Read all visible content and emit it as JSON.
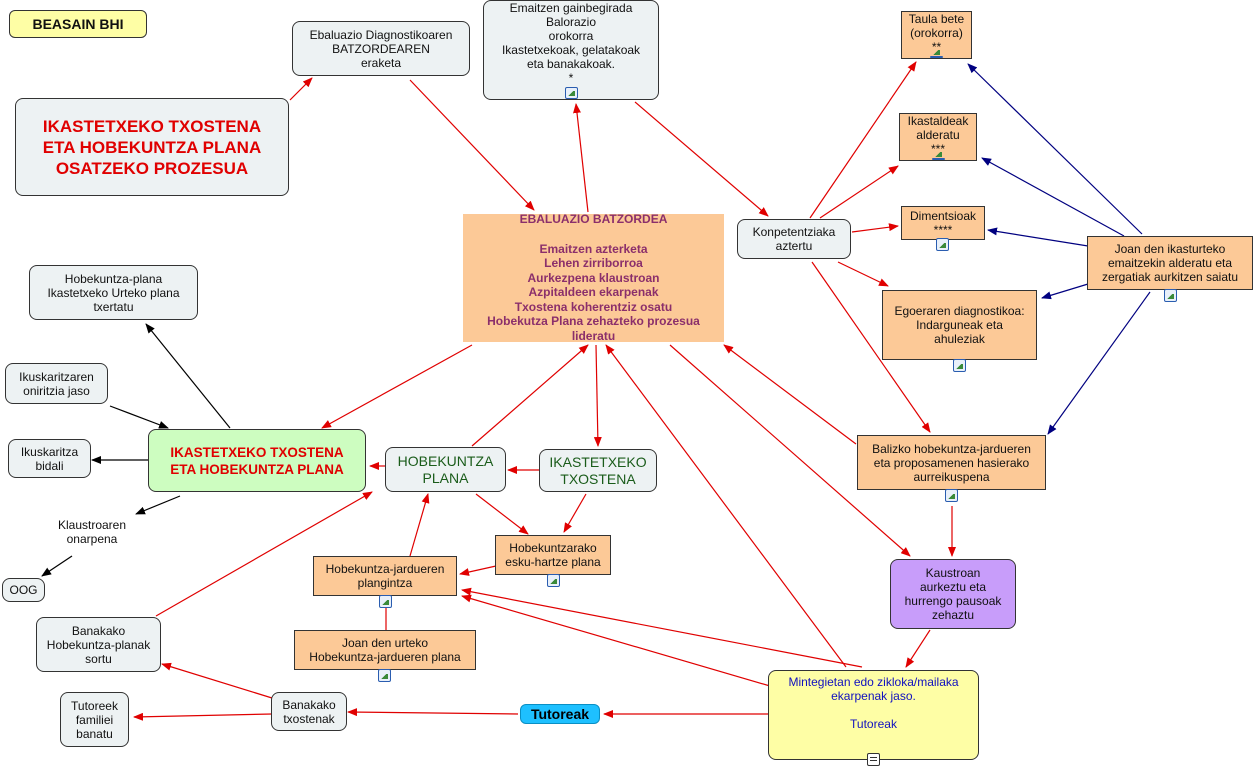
{
  "header": {
    "badge": "BEASAIN BHI"
  },
  "nodes": {
    "title": "IKASTETXEKO TXOSTENA\nETA HOBEKUNTZA PLANA\nOSATZEKO PROZESUA",
    "ebaluazio_diag": "Ebaluazio Diagnostikoaren\nBATZORDEAREN\neraketa",
    "emaitzen": "Emaitzen gainbegirada\nBalorazio\norokorra\nIkastetxekoak, gelatakoak\neta banakakoak.\n*",
    "taula_bete": "Taula bete\n(orokorra)\n**",
    "ikastaldeak": "Ikastaldeak\nalderatu\n***",
    "dimentsioak": "Dimentsioak\n****",
    "batzordea": "EBALUAZIO BATZORDEA\n\nEmaitzen azterketa\nLehen zirriborroa\nAurkezpena klaustroan\nAzpitaldeen ekarpenak\nTxostena koherentziz osatu\nHobekutza Plana zehazteko prozesua\nlideratu",
    "konpetentziak": "Konpetentziaka\naztertu",
    "joan_den_ikast": "Joan den ikasturteko\nemaitzekin alderatu eta\nzergatiak aurkitzen saiatu",
    "egoeraren": "Egoeraren diagnostikoa:\nIndarguneak eta\nahuleziak",
    "hobekuntza_urteko": "Hobekuntza-plana\nIkastetxeko Urteko plana\ntxertatu",
    "ikuskaritza_oniritzia": "Ikuskaritzaren\noniritzia jaso",
    "ikuskaritza_bidali": "Ikuskaritza\nbidali",
    "txostena_plana": "IKASTETXEKO TXOSTENA\nETA HOBEKUNTZA PLANA",
    "hobekuntza_plana": "HOBEKUNTZA\nPLANA",
    "ikastetxeko_txostena": "IKASTETXEKO\nTXOSTENA",
    "balizko": "Balizko hobekuntza-jardueren\neta proposamenen  hasierako\naurreikuspena",
    "klaustroaren": "Klaustroaren\nonarpena",
    "oog": "OOG",
    "esku_hartze": "Hobekuntzarako\nesku-hartze plana",
    "jardueren_plangintza": "Hobekuntza-jardueren\nplangintza",
    "kaustroan": "Kaustroan\naurkeztu eta\nhurrengo pausoak\nzehaztu",
    "banakako_planak": "Banakako\nHobekuntza-planak\nsortu",
    "joan_den_urteko": "Joan den urteko\nHobekuntza-jardueren plana",
    "mintegietan": "Mintegietan edo zikloka/mailaka\nekarpenak jaso.\n\nTutoreak",
    "tutoreek": "Tutoreek\nfamiliei\nbanatu",
    "banakako_txostenak": "Banakako\ntxostenak",
    "tutoreak": "Tutoreak"
  },
  "colors": {
    "red_arrow": "#e00000",
    "navy_arrow": "#000080",
    "black_arrow": "#000000",
    "batzordea_text": "#8b2f6b",
    "green_text": "#1a5c1a",
    "blue_text": "#1010c0",
    "tutoreak_badge": "#1ec0ff"
  }
}
